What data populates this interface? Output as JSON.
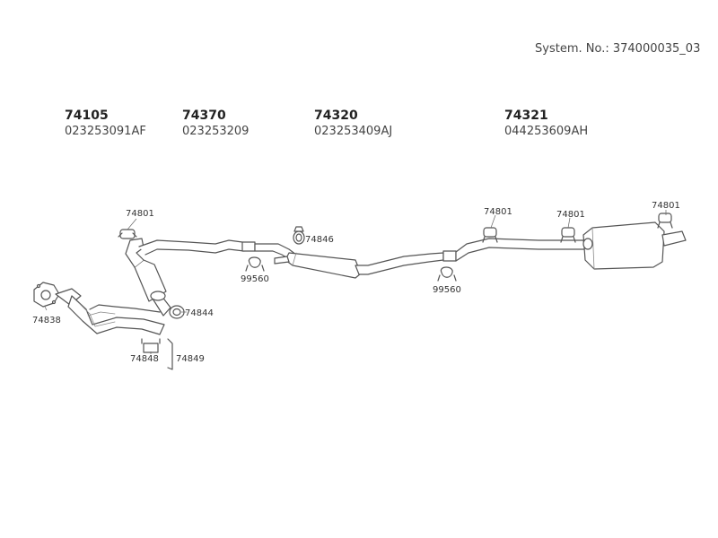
{
  "system": {
    "label": "System. No.:",
    "number": "374000035_03"
  },
  "parts": [
    {
      "num": "74105",
      "code": "023253091AF"
    },
    {
      "num": "74370",
      "code": "023253209"
    },
    {
      "num": "74320",
      "code": "023253409AJ"
    },
    {
      "num": "74321",
      "code": "044253609AH"
    }
  ],
  "callouts": {
    "hanger_74801": "74801",
    "ring_74846": "74846",
    "clamp_99560": "99560",
    "gasket_74838": "74838",
    "gasket_74844": "74844",
    "mount_74848": "74848",
    "bracket_74849": "74849"
  }
}
